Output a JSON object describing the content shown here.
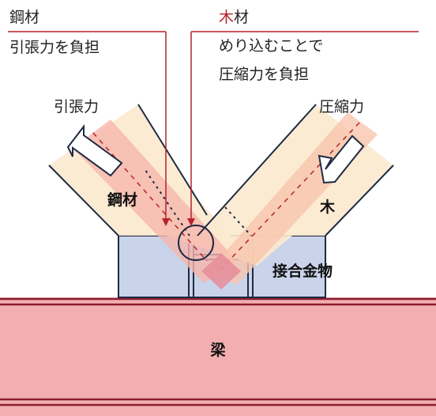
{
  "colors": {
    "timber_light": "#fbe9cf",
    "steel_tint": "#f6b7ad",
    "timber_compression_tint": "#f7c6ad",
    "fitting": "#c9d3ea",
    "fitting_stroke": "#1f2a44",
    "beam": "#f2aeb1",
    "beam_stroke": "#8b1e2e",
    "leader_red": "#b5232b",
    "arrow_fill": "#ffffff",
    "text": "#222222"
  },
  "captions": {
    "steel": {
      "title": "鋼材",
      "desc": "引張力を負担"
    },
    "timber": {
      "title_accent": "木",
      "title_rest": "材",
      "desc_line1": "めり込むことで",
      "desc_line2": "圧縮力を負担"
    }
  },
  "labels": {
    "tension": "引張力",
    "compression": "圧縮力",
    "steel_member": "鋼材",
    "timber_member": "木",
    "fitting": "接合金物",
    "beam": "梁"
  },
  "icons": {
    "tension_arrow": "arrow-up-left-icon",
    "compression_arrow": "arrow-down-left-icon"
  }
}
